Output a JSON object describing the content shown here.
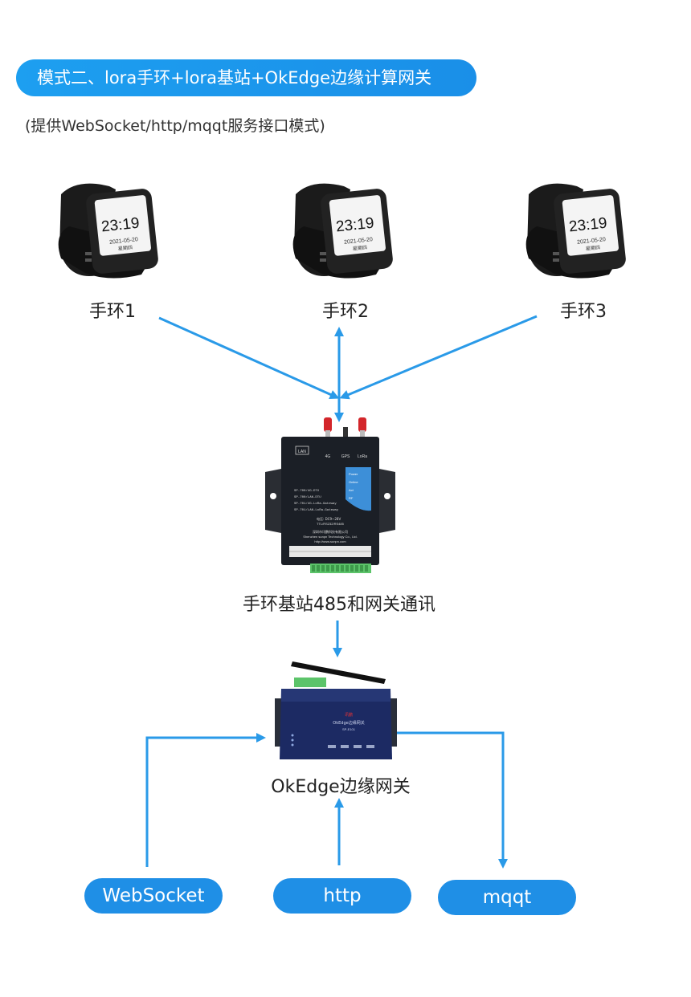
{
  "banner": {
    "title": "模式二、lora手环+lora基站+OkEdge边缘计算网关"
  },
  "subtitle": "(提供WebSocket/http/mqqt服务接口模式)",
  "watch_screen": {
    "time": "23:19",
    "date": "2021-05-20",
    "weekday": "星期四"
  },
  "wristbands": [
    {
      "label": "手环1"
    },
    {
      "label": "手环2"
    },
    {
      "label": "手环3"
    }
  ],
  "base_station": {
    "label": "手环基站485和网关通讯",
    "lan": "LAN",
    "antennas": [
      "4G",
      "GPS",
      "LoRa"
    ],
    "leds": [
      "Power",
      "Online",
      "Act",
      "RF"
    ],
    "models": [
      "SP-700/4G-DTU",
      "SP-700/LAN-DTU",
      "SP-701/4G-LoRa-Gateway",
      "SP-701/LAN-LoRa-Gateway"
    ],
    "power_text": "电压: DC9~28V",
    "port_text": "TTL/RS232/RS485",
    "company_cn": "深圳市讯鹏科技有限公司",
    "company_en": "Shenzhen sunpn Technology Co., Ltd.",
    "website": "http://www.sunpn.com"
  },
  "gateway": {
    "label": "OkEdge边缘网关",
    "brand": "讯鹏",
    "product": "OkEdge边缘网关",
    "model": "SP-E101"
  },
  "interfaces": [
    {
      "label": "WebSocket"
    },
    {
      "label": "http"
    },
    {
      "label": "mqqt"
    }
  ],
  "colors": {
    "accent": "#1f8fe6",
    "arrow": "#2a9ae8",
    "device": "#1b1f26",
    "gateway": "#1c2a63"
  }
}
